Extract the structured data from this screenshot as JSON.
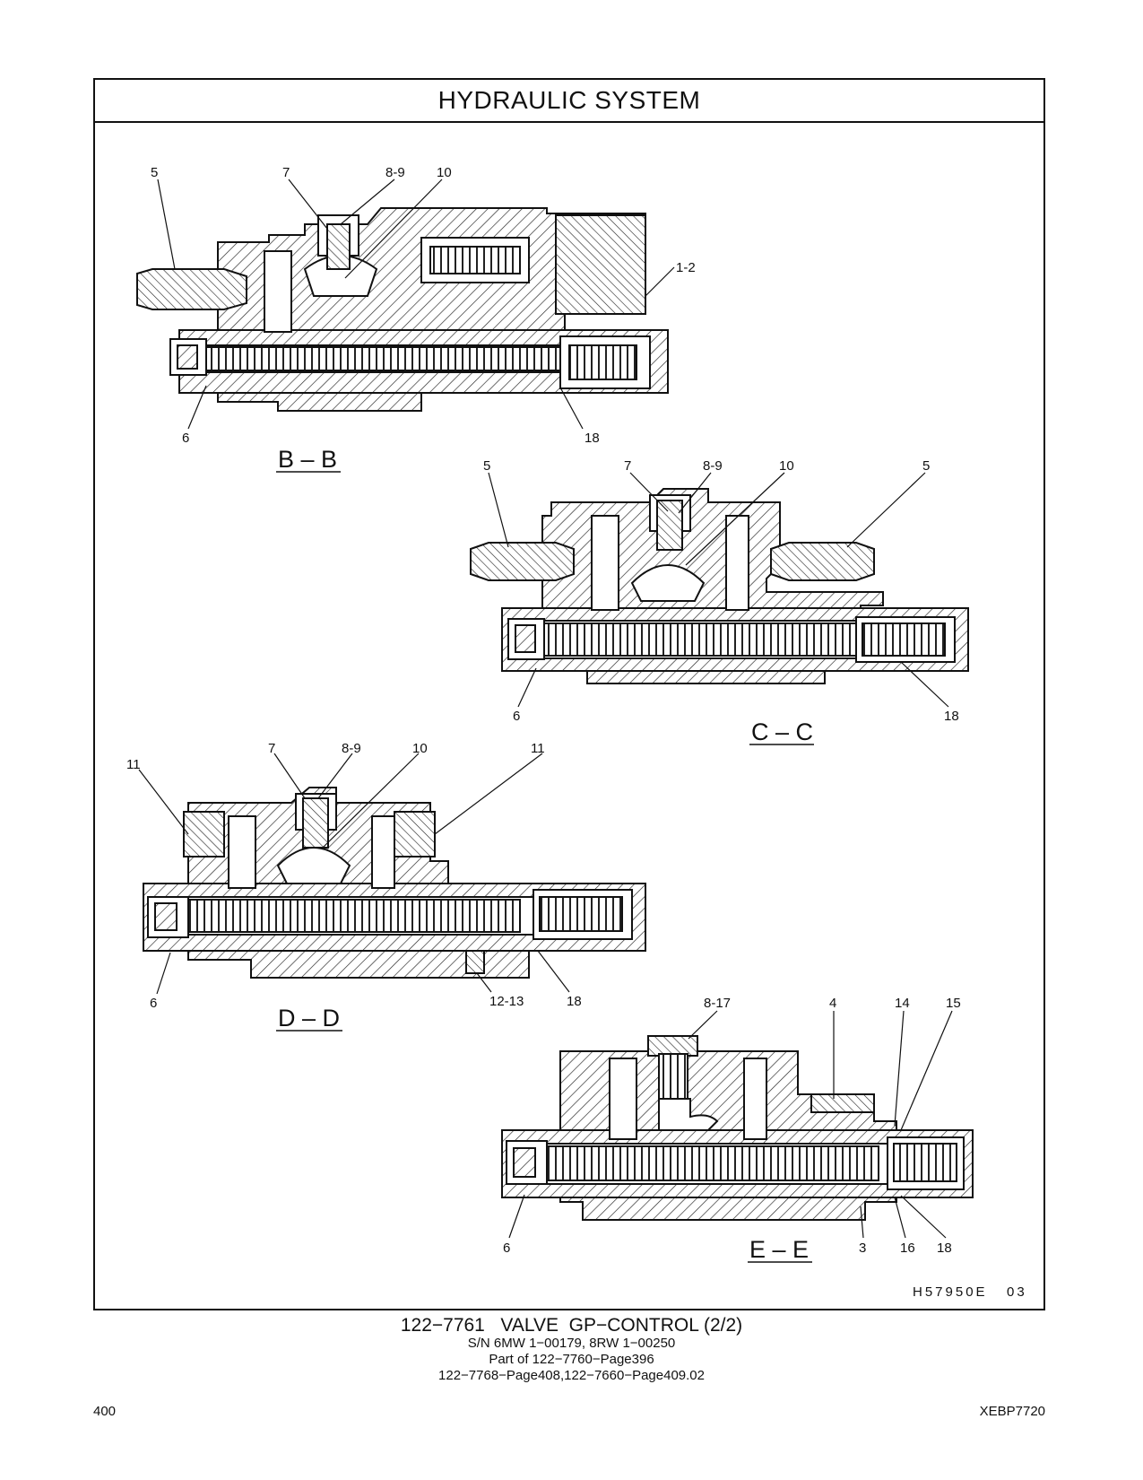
{
  "header": {
    "title": "HYDRAULIC   SYSTEM"
  },
  "sections": {
    "bb": {
      "title": "B – B",
      "labels": [
        "5",
        "7",
        "8-9",
        "10",
        "1-2",
        "6",
        "18"
      ]
    },
    "cc": {
      "title": "C – C",
      "labels": [
        "5",
        "7",
        "8-9",
        "10",
        "5",
        "6",
        "18"
      ]
    },
    "dd": {
      "title": "D – D",
      "labels": [
        "11",
        "7",
        "8-9",
        "10",
        "11",
        "6",
        "12-13",
        "18"
      ]
    },
    "ee": {
      "title": "E – E",
      "labels": [
        "8-17",
        "4",
        "14",
        "15",
        "6",
        "3",
        "16",
        "18"
      ]
    }
  },
  "illustration_code": "H57950E   03",
  "caption": {
    "line1": "122−7761   VALVE  GP−CONTROL (2/2)",
    "line2": "S/N 6MW 1−00179, 8RW 1−00250",
    "line3": "Part of 122−7760−Page396",
    "line4": "122−7768−Page408,122−7660−Page409.02"
  },
  "footer": {
    "page_number": "400",
    "doc_code": "XEBP7720"
  }
}
